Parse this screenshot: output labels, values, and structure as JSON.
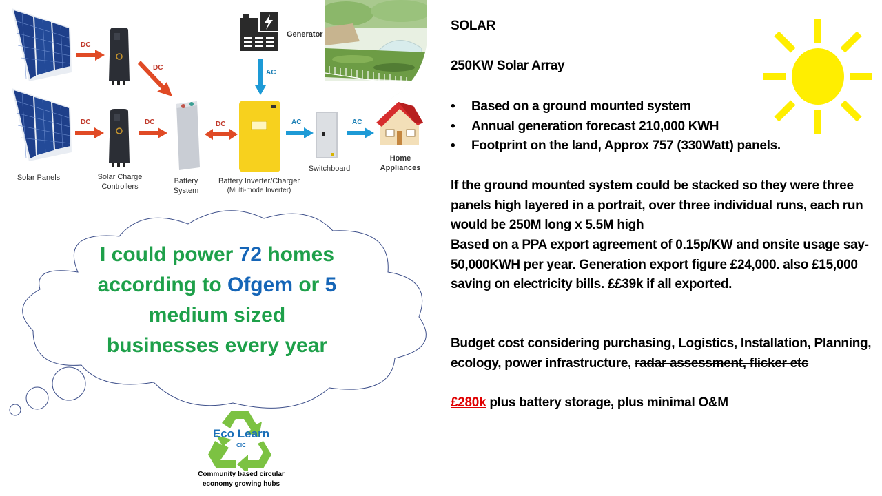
{
  "diagram": {
    "labels": {
      "solar_panels": "Solar Panels",
      "charge_controllers_1": "Solar Charge",
      "charge_controllers_2": "Controllers",
      "battery_1": "Battery",
      "battery_2": "System",
      "inverter_1": "Battery Inverter/Charger",
      "inverter_2": "(Multi-mode Inverter)",
      "switchboard": "Switchboard",
      "home": "Home Appliances",
      "generator": "Generator"
    },
    "flows": {
      "dc": "DC",
      "ac": "AC"
    },
    "colors": {
      "dc_arrow": "#e04a25",
      "ac_arrow": "#1d9ad6",
      "inverter": "#f7d11e",
      "panel": "#1e3f8a"
    }
  },
  "cloud": {
    "line1_a": "I could power ",
    "line1_b": "72",
    "line1_c": " homes",
    "line2_a": "according to ",
    "line2_b": "Ofgem",
    "line2_c": " or ",
    "line2_d": "5",
    "line3": "medium sized",
    "line4": "businesses every year",
    "colors": {
      "text": "#1ea04a",
      "highlight": "#1565b7"
    }
  },
  "logo": {
    "title": "Eco Learn",
    "subtitle": "CIC",
    "tagline_1": "Community based circular",
    "tagline_2": "economy growing hubs",
    "color": "#7cc242"
  },
  "content": {
    "heading": "SOLAR",
    "subheading": "250KW Solar Array",
    "bullets": [
      "Based on a ground mounted system",
      "Annual generation forecast 210,000  KWH",
      "Footprint on the land, Approx 757 (330Watt) panels."
    ],
    "para1": "If the ground mounted system could be stacked so they were three panels high layered in a portrait, over three individual runs, each run would be 250M long x 5.5M high",
    "para2": "Based on a PPA export agreement of 0.15p/KW and onsite usage say- 50,000KWH per year. Generation export figure £24,000. also £15,000 saving on electricity bills. ££39k if all exported.",
    "budget_a": "Budget cost considering purchasing, Logistics, Installation, Planning, ecology, power infrastructure, ",
    "budget_strike": "radar assessment, flicker etc",
    "price": "£280k",
    "price_rest": " plus battery storage, plus minimal O&M",
    "price_color": "#e00000"
  },
  "sun": {
    "color": "#ffee00"
  }
}
